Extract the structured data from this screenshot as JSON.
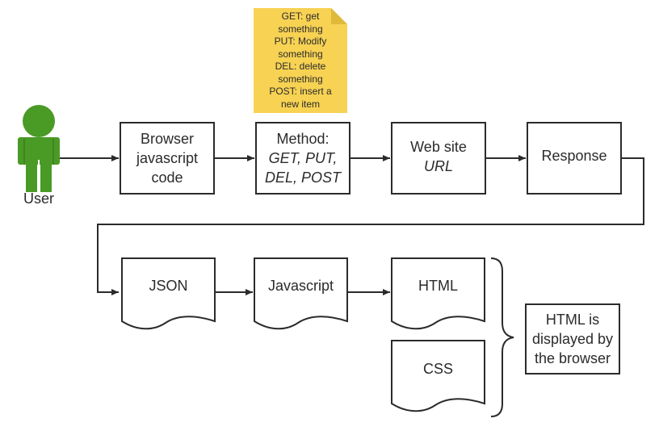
{
  "user": {
    "label": "User",
    "color": "#4a9a26"
  },
  "note": {
    "lines": [
      "GET: get",
      "something",
      "PUT: Modify",
      "something",
      "DEL: delete",
      "something",
      "POST: insert a",
      "new item"
    ],
    "color": "#f7d253"
  },
  "boxes": {
    "browser": {
      "lines": [
        "Browser",
        "javascript",
        "code"
      ]
    },
    "method": {
      "title": "Method:",
      "lines": [
        "GET, PUT,",
        "DEL, POST"
      ]
    },
    "website": {
      "title": "Web site",
      "subtitle": "URL"
    },
    "response": {
      "label": "Response"
    },
    "html_display": {
      "lines": [
        "HTML is",
        "displayed by",
        "the browser"
      ]
    }
  },
  "documents": {
    "json": "JSON",
    "javascript": "Javascript",
    "html": "HTML",
    "css": "CSS"
  },
  "colors": {
    "stroke": "#2b2b2b",
    "text": "#2b2b2b"
  }
}
